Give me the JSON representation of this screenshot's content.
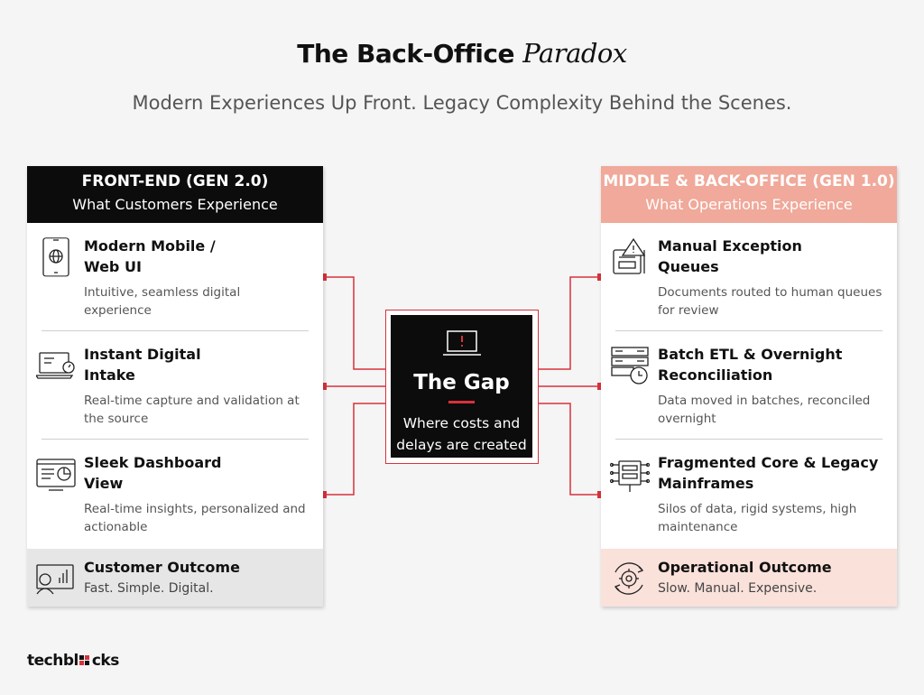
{
  "header": {
    "title_main": "The Back-Office",
    "title_italic": "Paradox",
    "subtitle": "Modern Experiences Up Front. Legacy Complexity Behind the Scenes."
  },
  "left": {
    "heading": "FRONT-END (GEN 2.0)",
    "subheading": "What Customers Experience",
    "items": [
      {
        "icon": "mobile-globe-icon",
        "title": "Modern Mobile / Web UI",
        "title_l1": "Modern Mobile /",
        "title_l2": "Web UI",
        "desc": "Intuitive, seamless digital experience"
      },
      {
        "icon": "laptop-timer-icon",
        "title": "Instant Digital Intake",
        "title_l1": "Instant Digital",
        "title_l2": "Intake",
        "desc": "Real-time capture and validation at the source"
      },
      {
        "icon": "dashboard-icon",
        "title": "Sleek Dashboard View",
        "title_l1": "Sleek Dashboard",
        "title_l2": "View",
        "desc": "Real-time insights, personalized and actionable"
      }
    ],
    "outcome": {
      "icon": "presenter-chart-icon",
      "title": "Customer Outcome",
      "desc": "Fast. Simple. Digital."
    }
  },
  "right": {
    "heading": "MIDDLE & BACK-OFFICE (GEN 1.0)",
    "subheading": "What Operations Experience",
    "items": [
      {
        "icon": "warning-document-icon",
        "title": "Manual Exception Queues",
        "title_l1": "Manual Exception",
        "title_l2": "Queues",
        "desc": "Documents routed to human queues for review"
      },
      {
        "icon": "server-clock-icon",
        "title": "Batch ETL & Overnight Reconciliation",
        "title_l1": "Batch ETL & Overnight",
        "title_l2": "Reconciliation",
        "desc": "Data moved in batches, reconciled overnight"
      },
      {
        "icon": "chip-icon",
        "title": "Fragmented Core & Legacy Mainframes",
        "title_l1": "Fragmented Core & Legacy",
        "title_l2": "Mainframes",
        "desc": "Silos of data, rigid systems, high maintenance"
      }
    ],
    "outcome": {
      "icon": "gear-cycle-icon",
      "title": "Operational Outcome",
      "desc": "Slow. Manual. Expensive."
    }
  },
  "gap": {
    "icon": "laptop-alert-icon",
    "title": "The Gap",
    "desc_l1": "Where costs and",
    "desc_l2": "delays are created"
  },
  "brand": {
    "logo_pre": "techbl",
    "logo_post": "cks"
  },
  "colors": {
    "accent": "#d8323c",
    "left_header": "#0c0c0c",
    "right_header": "#f0a99a",
    "left_outcome": "#e6e6e6",
    "right_outcome": "#fae1da"
  }
}
